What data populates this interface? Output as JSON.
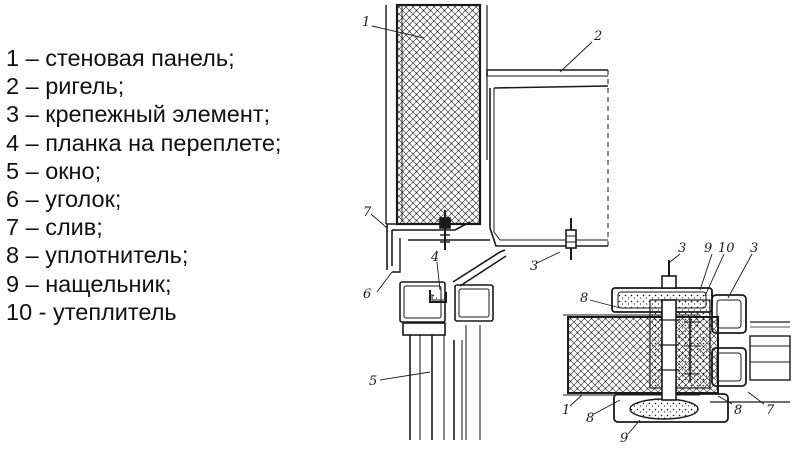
{
  "legend": [
    "1 – стеновая панель;",
    "2 – ригель;",
    "3 – крепежный элемент;",
    "4 – планка на переплете;",
    "5 – окно;",
    "6 – уголок;",
    "7 – слив;",
    "8 – уплотнитель;",
    "9 – нащельник;",
    "10 - утеплитель"
  ],
  "callouts": {
    "panel": "1",
    "rigel": "2",
    "fastener": "3",
    "strip": "4",
    "window": "5",
    "angle": "6",
    "drip": "7",
    "seal": "8",
    "cover": "9",
    "insulation": "10"
  },
  "colors": {
    "line": "#1a1a1a",
    "paper": "#ffffff"
  }
}
